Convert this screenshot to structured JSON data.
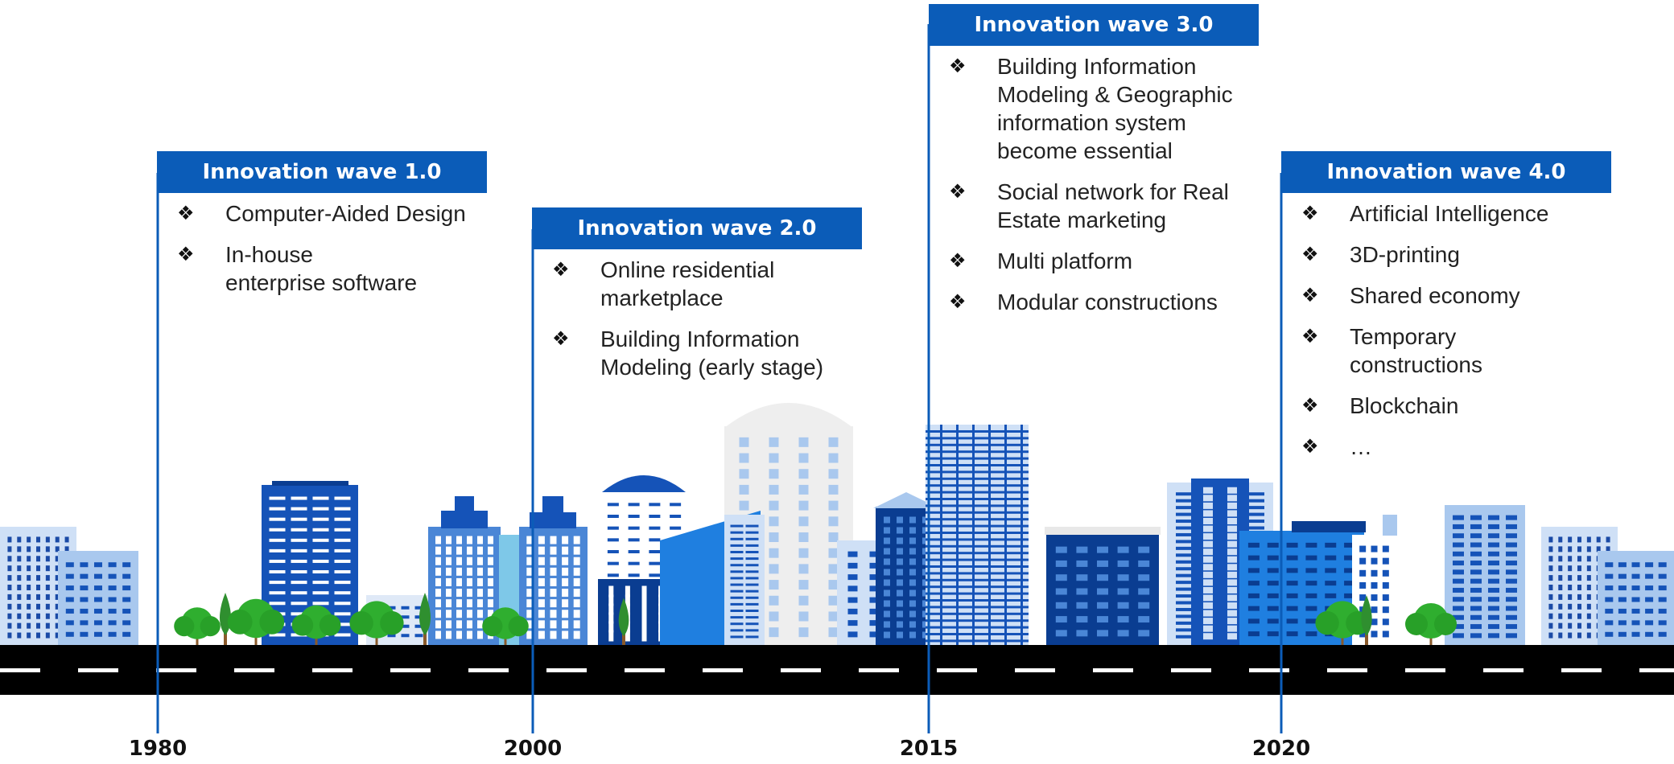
{
  "waves": [
    {
      "title": "Innovation wave 1.0",
      "items": [
        "Computer-Aided Design",
        "In-house enterprise software"
      ]
    },
    {
      "title": "Innovation wave 2.0",
      "items": [
        "Online residential marketplace",
        "Building Information Modeling (early stage)"
      ]
    },
    {
      "title": "Innovation wave 3.0",
      "items": [
        "Building Information Modeling & Geographic information system become essential",
        "Social network for Real Estate marketing",
        "Multi platform",
        "Modular constructions"
      ]
    },
    {
      "title": "Innovation wave 4.0",
      "items": [
        "Artificial Intelligence",
        "3D-printing",
        "Shared economy",
        "Temporary constructions",
        "Blockchain",
        "…"
      ]
    }
  ],
  "years": [
    "1980",
    "2000",
    "2015",
    "2020"
  ],
  "bullet_glyph": "❖",
  "colors": {
    "accent": "#0b5cb8",
    "road": "#000000",
    "tree": "#2fae2f",
    "building_light": "#a9c8ee",
    "building_dark": "#0a3d91"
  }
}
